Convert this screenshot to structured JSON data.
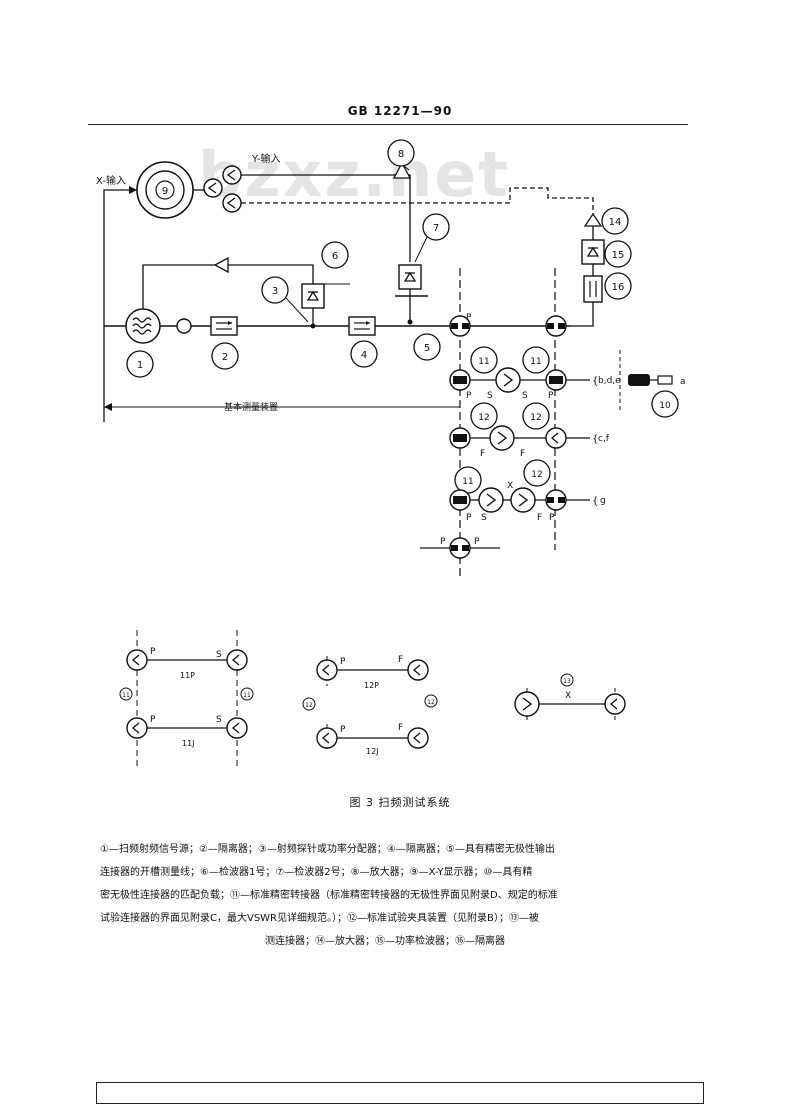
{
  "header": {
    "standard_no": "GB 12271—90"
  },
  "watermark": "bzxz.net",
  "diagram": {
    "labels": {
      "x_input": "X-输入",
      "y_input": "Y-输入",
      "base_device": "基本测量装置",
      "p": "P",
      "s": "S",
      "f": "F",
      "x": "X",
      "bde": "b,d,e",
      "cf": "c,f",
      "g": "g",
      "a": "a",
      "p11": "11P",
      "j11": "11J",
      "p12": "12P",
      "j12": "12J"
    },
    "numbers": {
      "n1": "1",
      "n2": "2",
      "n3": "3",
      "n4": "4",
      "n5": "5",
      "n6": "6",
      "n7": "7",
      "n8": "8",
      "n9": "9",
      "n10": "10",
      "n11": "11",
      "n12": "12",
      "n13": "13",
      "n14": "14",
      "n15": "15",
      "n16": "16"
    }
  },
  "caption": "图 3   扫频测试系统",
  "legend": {
    "line1": "①—扫频射频信号源；②—隔离器；③—射频探针或功率分配器；④—隔离器；⑤—具有精密无极性输出",
    "line2": "连接器的开槽测量线；⑥—检波器1号；⑦—检波器2号；⑧—放大器；⑨—X-Y显示器；⑩—具有精",
    "line3": "密无极性连接器的匹配负载；⑪—标准精密转接器（标准精密转接器的无极性界面见附录D、规定的标准",
    "line4": "试验连接器的界面见附录C，最大VSWR见详细规范。）；⑫—标准试验夹具装置（见附录B）；⑬—被",
    "line5": "测连接器；⑭—放大器；⑮—功率检波器；⑯—隔离器"
  }
}
